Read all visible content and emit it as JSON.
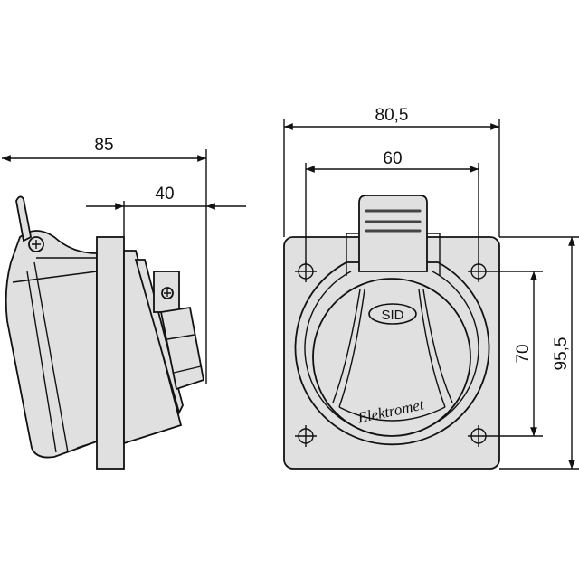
{
  "dimensions": {
    "side_depth": "85",
    "side_protrusion": "40",
    "front_width": "80,5",
    "hole_spacing_horizontal": "60",
    "hole_spacing_vertical": "70",
    "front_height": "95,5"
  },
  "labels": {
    "lid_logo": "SID",
    "brand": "Elektromet"
  },
  "colors": {
    "body_fill": "#e0e0e0",
    "line": "#111111"
  }
}
